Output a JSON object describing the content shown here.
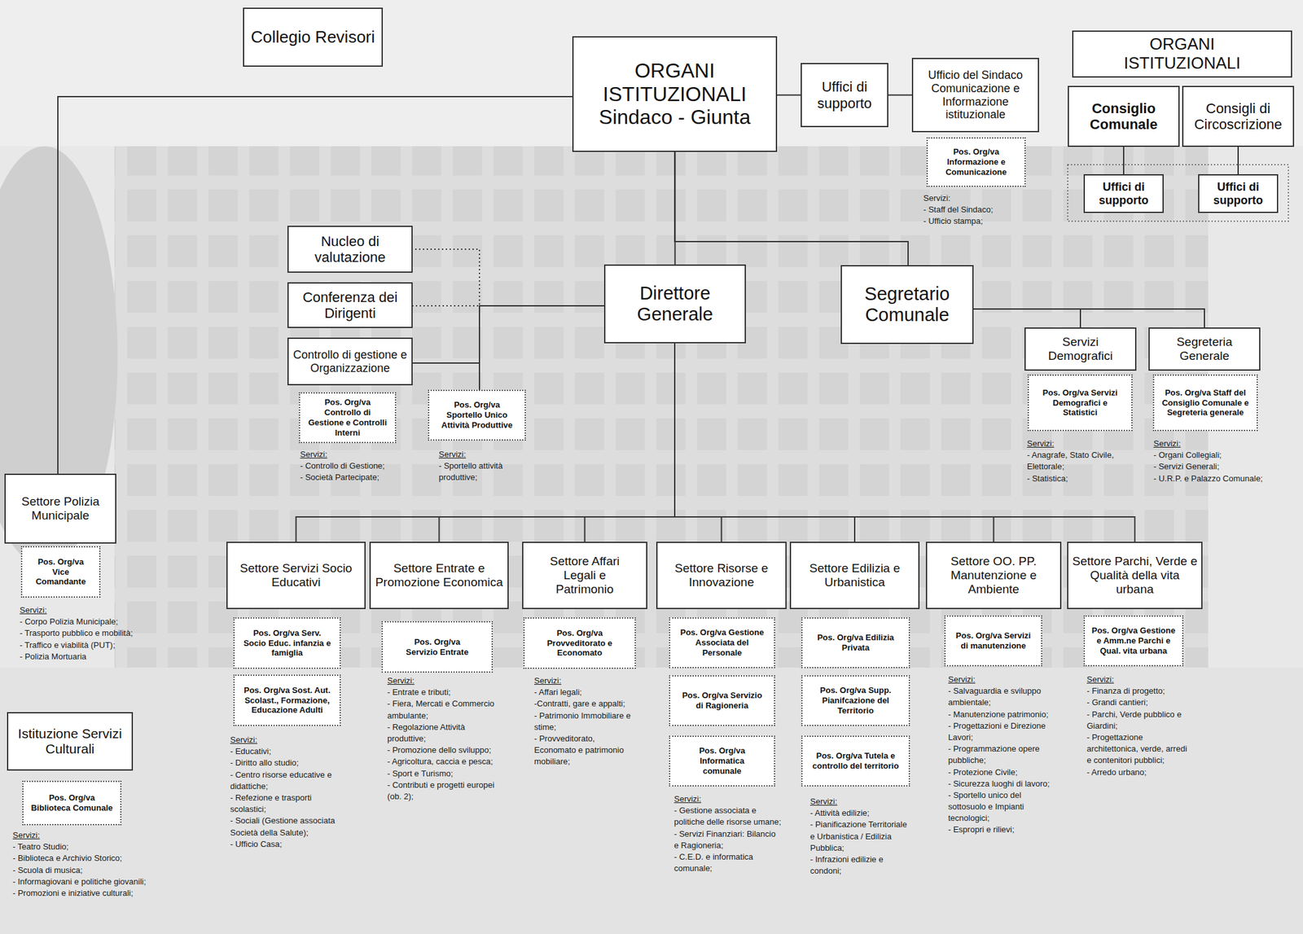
{
  "diagram": {
    "nodes": [
      {
        "text": [
          "Collegio Revisori"
        ]
      },
      {
        "text": [
          "ORGANI ISTITUZIONALI Sindaco - Giunta"
        ]
      },
      {
        "text": [
          "Uffici di supporto"
        ]
      },
      {
        "text": [
          "Ufficio del Sindaco Comunicazione e Informazione istituzionale"
        ]
      },
      {
        "text": [
          "Pos. Org/va Informazione e Comunicazione"
        ]
      },
      {
        "text": [
          "ORGANI ISTITUZIONALI"
        ]
      },
      {
        "text": [
          "Consiglio Comunale"
        ]
      },
      {
        "text": [
          "Consigli di Circoscrizione"
        ]
      },
      {
        "text": [
          "Uffici di supporto"
        ]
      },
      {
        "text": [
          "Uffici di supporto"
        ]
      },
      {
        "text": [
          "Nucleo di valutazione"
        ]
      },
      {
        "text": [
          "Conferenza dei Dirigenti"
        ]
      },
      {
        "text": [
          "Controllo di gestione e Organizzazione"
        ]
      },
      {
        "text": [
          "Pos. Org/va Controllo di Gestione e Controlli Interni"
        ]
      },
      {
        "text": [
          "Direttore Generale"
        ]
      },
      {
        "text": [
          "Pos. Org/va Sportello Unico Attività Produttive"
        ]
      },
      {
        "text": [
          "Segretario Comunale"
        ]
      },
      {
        "text": [
          "Servizi Demografici"
        ]
      },
      {
        "text": [
          "Pos. Org/va Servizi Demografici e Statistici"
        ]
      },
      {
        "text": [
          "Segreteria Generale"
        ]
      },
      {
        "text": [
          "Pos. Org/va Staff del Consiglio Comunale e Segreteria generale"
        ]
      },
      {
        "text": [
          "Settore Polizia Municipale"
        ]
      },
      {
        "text": [
          "Pos. Org/va Vice Comandante"
        ]
      },
      {
        "text": [
          "Settore Servizi Socio Educativi"
        ]
      },
      {
        "text": [
          "Pos. Org/va Serv. Socio Educ. infanzia e famiglia"
        ]
      },
      {
        "text": [
          "Pos. Org/va Sost. Aut. Scolast., Formazione, Educazione Adulti"
        ]
      },
      {
        "text": [
          "Settore Entrate e Promozione Economica"
        ]
      },
      {
        "text": [
          "Pos. Org/va Servizio Entrate"
        ]
      },
      {
        "text": [
          "Settore Affari Legali e Patrimonio"
        ]
      },
      {
        "text": [
          "Pos. Org/va Provveditorato e Economato"
        ]
      },
      {
        "text": [
          "Settore Risorse e Innovazione"
        ]
      },
      {
        "text": [
          "Pos. Org/va Gestione Associata del Personale"
        ]
      },
      {
        "text": [
          "Pos. Org/va Servizio di Ragioneria"
        ]
      },
      {
        "text": [
          "Pos. Org/va Informatica comunale"
        ]
      },
      {
        "text": [
          "Settore Edilizia e Urbanistica"
        ]
      },
      {
        "text": [
          "Pos. Org/va Edilizia Privata"
        ]
      },
      {
        "text": [
          "Pos. Org/va Supp. Pianifcazione del Territorio"
        ]
      },
      {
        "text": [
          "Pos. Org/va Tutela e controllo del territorio"
        ]
      },
      {
        "text": [
          "Settore OO. PP. Manutenzione e Ambiente"
        ]
      },
      {
        "text": [
          "Pos. Org/va Servizi di manutenzione"
        ]
      },
      {
        "text": [
          "Settore Parchi, Verde e Qualità della vita urbana"
        ]
      },
      {
        "text": [
          "Pos. Org/va Gestione e Amm.ne Parchi e Qual. vita urbana"
        ]
      },
      {
        "text": [
          "Istituzione Servizi Culturali"
        ]
      },
      {
        "text": [
          "Pos. Org/va Biblioteca Comunale"
        ]
      }
    ],
    "edges": [
      {
        "from": 1,
        "to": 2,
        "arrow": "none"
      },
      {
        "from": 2,
        "to": 3,
        "arrow": "none"
      },
      {
        "from": 1,
        "to": 21,
        "arrow": "none"
      },
      {
        "from": 1,
        "to": 14,
        "arrow": "none"
      },
      {
        "from": 1,
        "to": 16,
        "arrow": "none"
      },
      {
        "from": 14,
        "to": 10,
        "arrow": "none"
      },
      {
        "from": 14,
        "to": 11,
        "arrow": "none"
      },
      {
        "from": 14,
        "to": 12,
        "arrow": "none"
      },
      {
        "from": 14,
        "to": 15,
        "arrow": "none"
      },
      {
        "from": 14,
        "to": 23,
        "arrow": "none"
      },
      {
        "from": 14,
        "to": 26,
        "arrow": "none"
      },
      {
        "from": 14,
        "to": 28,
        "arrow": "none"
      },
      {
        "from": 14,
        "to": 30,
        "arrow": "none"
      },
      {
        "from": 14,
        "to": 34,
        "arrow": "none"
      },
      {
        "from": 14,
        "to": 38,
        "arrow": "none"
      },
      {
        "from": 14,
        "to": 40,
        "arrow": "none"
      },
      {
        "from": 16,
        "to": 17,
        "arrow": "none"
      },
      {
        "from": 16,
        "to": 19,
        "arrow": "none"
      },
      {
        "from": 6,
        "to": 8,
        "arrow": "none"
      },
      {
        "from": 7,
        "to": 9,
        "arrow": "none"
      }
    ],
    "labels": [
      "Servizi:",
      "- Staff del Sindaco;",
      "- Ufficio stampa;",
      "Servizi:",
      "- Controllo di Gestione;",
      "- Società Partecipate;",
      "Servizi:",
      "- Sportello attività produttive;",
      "Servizi:",
      "- Anagrafe, Stato Civile, Elettorale;",
      "- Statistica;",
      "Servizi:",
      "- Organi Collegiali;",
      "- Servizi Generali;",
      "- U.R.P. e Palazzo Comunale;",
      "Servizi:",
      "- Corpo Polizia Municipale;",
      "- Trasporto pubblico e mobilità;",
      "- Traffico e viabilità (PUT);",
      "- Polizia Mortuaria",
      "Servizi:",
      "- Educativi;",
      "- Diritto allo studio;",
      "- Centro risorse educative e didattiche;",
      "- Refezione e trasporti scolastici;",
      "- Sociali (Gestione associata Società della Salute);",
      "- Ufficio Casa;",
      "Servizi:",
      "- Entrate e tributi;",
      "- Fiera, Mercati e Commercio ambulante;",
      "- Regolazione Attività produttive;",
      "- Promozione dello sviluppo;",
      "- Agricoltura, caccia e pesca;",
      "- Sport e Turismo;",
      "- Contributi e progetti europei (ob. 2);",
      "Servizi:",
      "- Affari legali;",
      "-Contratti, gare e appalti;",
      "- Patrimonio Immobiliare e stime;",
      "- Provveditorato, Economato e patrimonio mobiliare;",
      "Servizi:",
      "- Gestione associata e politiche delle risorse umane;",
      "- Servizi Finanziari: Bilancio e Ragioneria;",
      "- C.E.D. e informatica comunale;",
      "Servizi:",
      "- Attività edilizie;",
      "- Pianificazione Territoriale e Urbanistica / Edilizia Pubblica;",
      "- Infrazioni edilizie e condoni;",
      "Servizi:",
      "- Salvaguardia e sviluppo ambientale;",
      "- Manutenzione patrimonio;",
      "- Progettazioni e Direzione Lavori;",
      "- Programmazione opere pubbliche;",
      "- Protezione Civile;",
      "- Sicurezza luoghi di lavoro;",
      "- Sportello unico del sottosuolo e Impianti tecnologici;",
      "- Espropri e rilievi;",
      "Servizi:",
      "- Finanza di progetto;",
      "- Grandi cantieri;",
      "- Parchi, Verde pubblico e Giardini;",
      "- Progettazione architettonica, verde, arredi e contenitori pubblici;",
      "- Arredo urbano;",
      "Servizi:",
      "- Teatro Studio;",
      "- Biblioteca e Archivio Storico;",
      "- Scuola di musica;",
      "- Informagiovani e politiche giovanili;",
      "- Promozioni e iniziative culturali;"
    ]
  }
}
